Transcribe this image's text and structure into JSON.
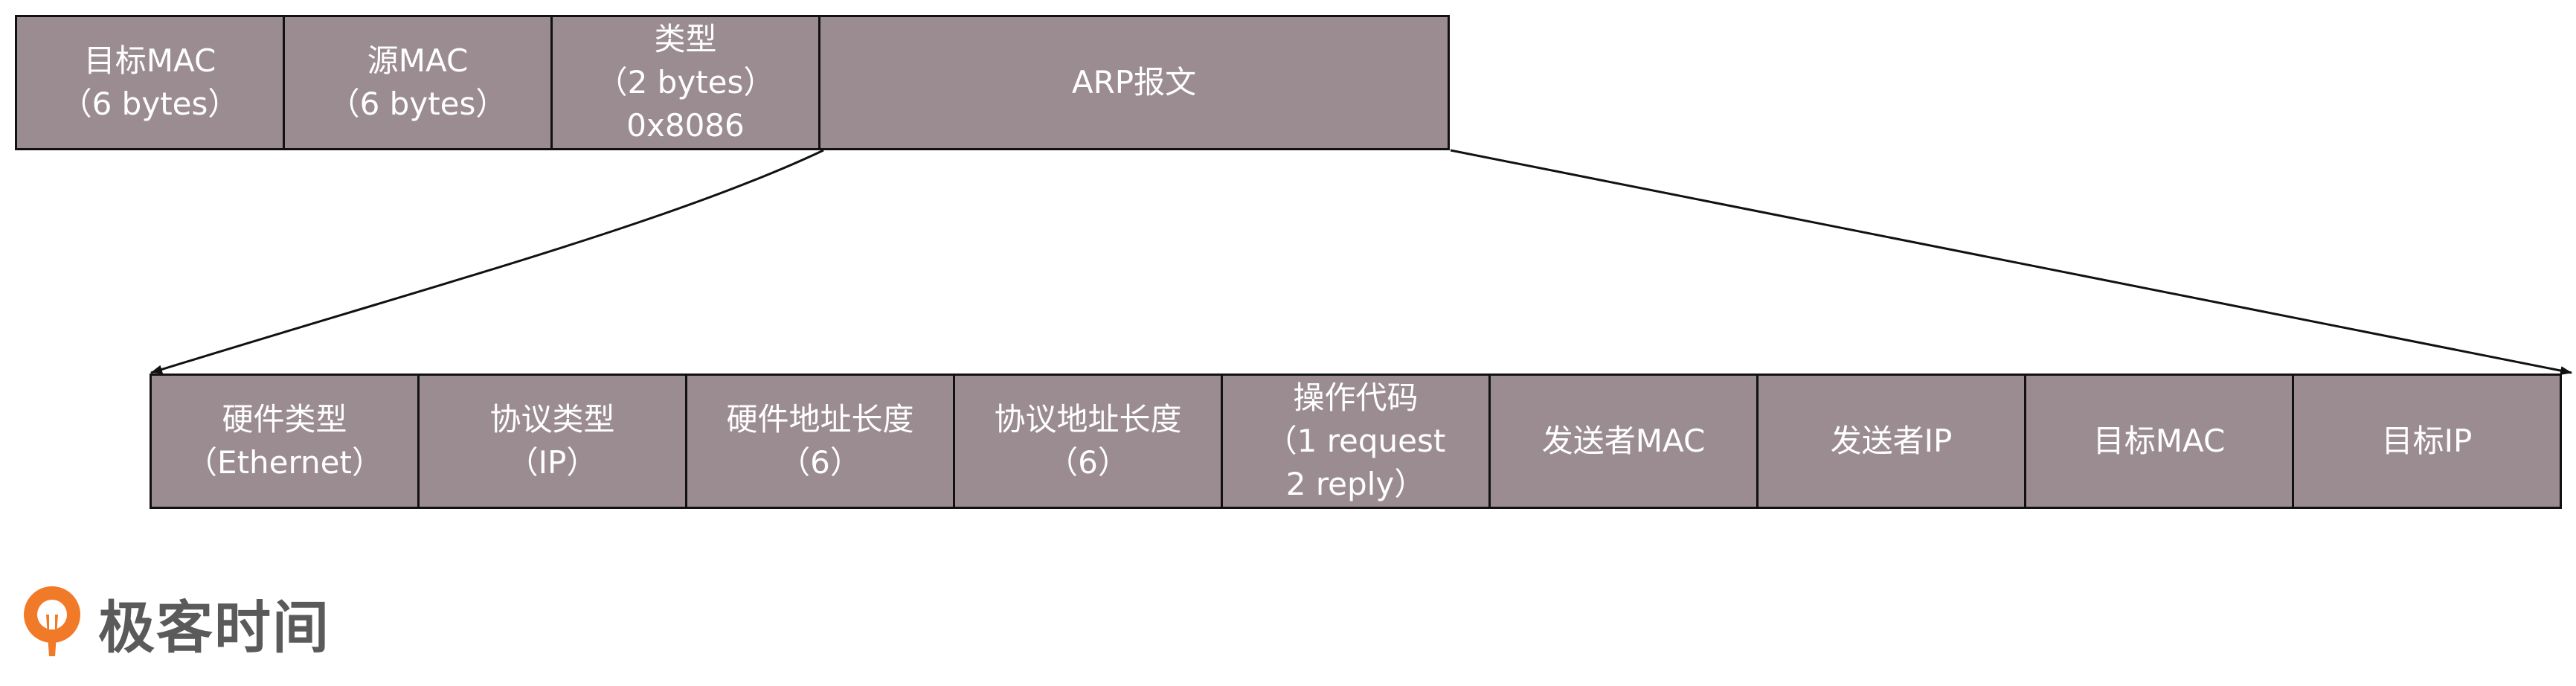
{
  "ethernet_frame": {
    "fields": [
      {
        "label": "目标MAC\n（6 bytes）"
      },
      {
        "label": "源MAC\n（6 bytes）"
      },
      {
        "label": "类型\n（2 bytes）\n0x8086"
      },
      {
        "label": "ARP报文"
      }
    ]
  },
  "arp_packet": {
    "fields": [
      {
        "label": "硬件类型\n（Ethernet）"
      },
      {
        "label": "协议类型\n（IP）"
      },
      {
        "label": "硬件地址长度\n（6）"
      },
      {
        "label": "协议地址长度\n（6）"
      },
      {
        "label": "操作代码\n（1 request\n2 reply）"
      },
      {
        "label": "发送者MAC"
      },
      {
        "label": "发送者IP"
      },
      {
        "label": "目标MAC"
      },
      {
        "label": "目标IP"
      }
    ]
  },
  "brand": {
    "name": "极客时间",
    "icon": "geektime-logo-icon"
  },
  "colors": {
    "cell_fill": "#9b8c91",
    "cell_border": "#111111",
    "text": "#ffffff",
    "logo_orange": "#f07a28",
    "logo_text": "#5a5a5a"
  }
}
